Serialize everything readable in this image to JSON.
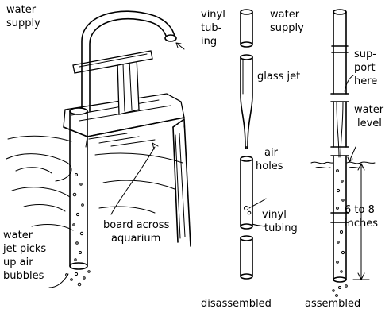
{
  "labels": {
    "water_supply_left_1": "water",
    "water_supply_left_2": "supply",
    "board_1": "board across",
    "board_2": "aquarium",
    "jet_1": "water",
    "jet_2": "jet picks",
    "jet_3": "up air",
    "jet_4": "bubbles",
    "vinyl_top_1": "vinyl",
    "vinyl_top_2": "tub-",
    "vinyl_top_3": "ing",
    "glass_jet": "glass jet",
    "air_1": "air",
    "air_2": "holes",
    "vinyl_bottom_1": "vinyl",
    "vinyl_bottom_2": "tubing",
    "disassembled": "disassembled",
    "water_supply_right_1": "water",
    "water_supply_right_2": "supply",
    "support_1": "sup-",
    "support_2": "port",
    "support_3": "here",
    "water_level_1": "water",
    "water_level_2": "level",
    "depth_1": "6 to 8",
    "depth_2": "inches",
    "assembled": "assembled"
  }
}
